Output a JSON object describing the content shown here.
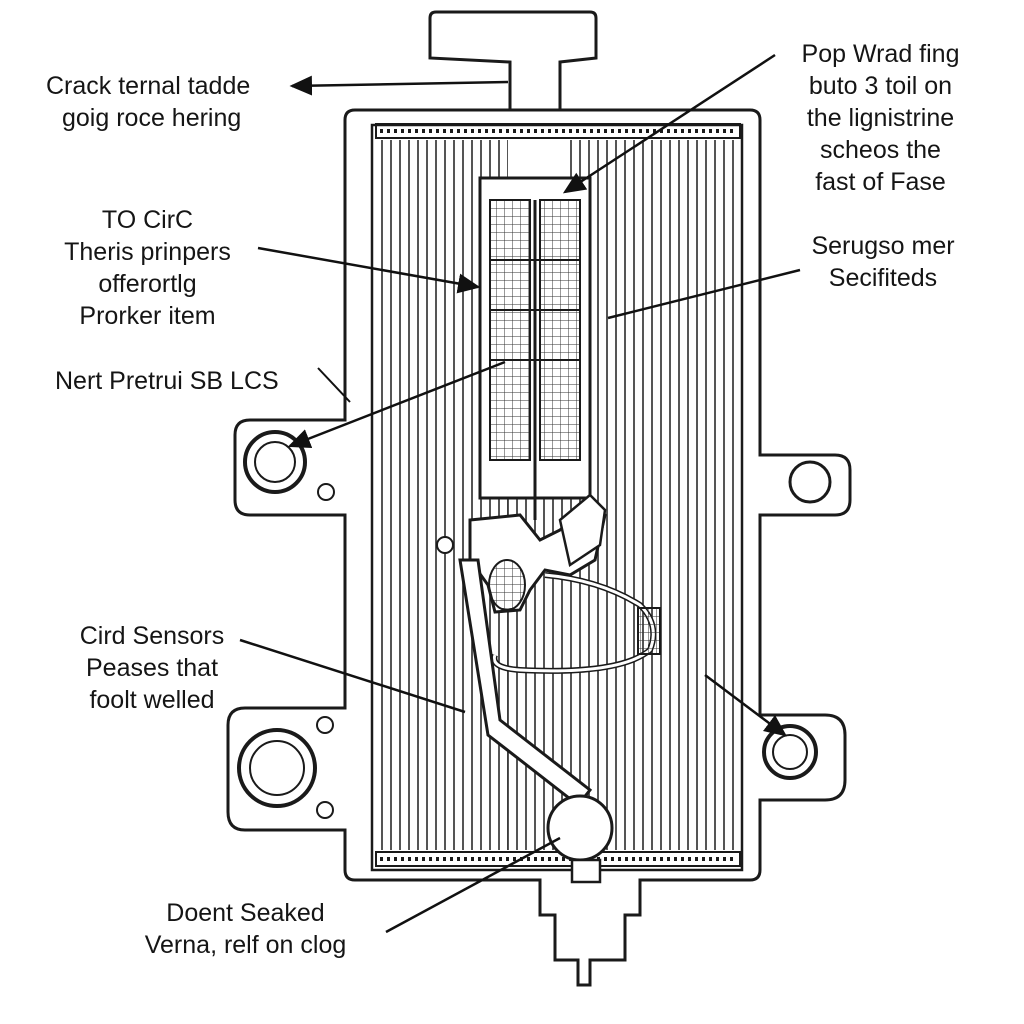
{
  "labels": {
    "top_left": [
      "Crack ternal tadde",
      "goig roce hering"
    ],
    "top_right": [
      "Pop Wrad fing",
      "buto 3 toil on",
      "the lignistrine",
      "scheos the",
      "fast of Fase"
    ],
    "mid_left": [
      "TO CirC",
      "Theris prinpers",
      "offerortlg",
      "Prorker item"
    ],
    "right_mid": [
      "Serugso mer",
      "Secifiteds"
    ],
    "left_port": [
      "Nert Pretrui SB LCS"
    ],
    "lower_left": [
      "Cird Sensors",
      "Peases that",
      "foolt welled"
    ],
    "bottom": [
      "Doent Seaked",
      "Verna,  relf on clog"
    ]
  },
  "colors": {
    "ink": "#1a1a1a",
    "paper": "#ffffff"
  }
}
